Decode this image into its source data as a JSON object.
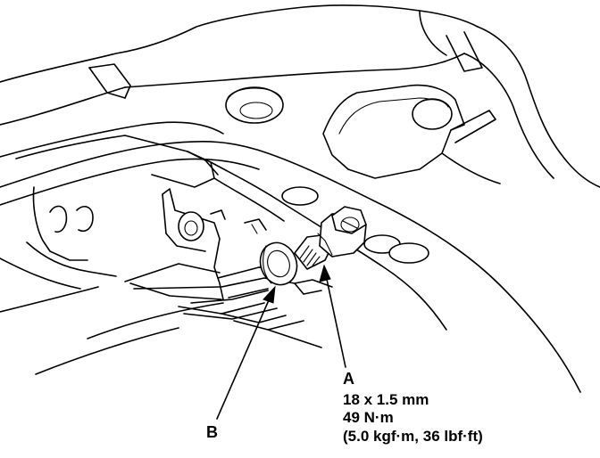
{
  "labels": {
    "a_letter": "A",
    "b_letter": "B",
    "bolt_size": "18 x 1.5 mm",
    "torque_nm": "49 N·m",
    "torque_alt": "(5.0 kgf·m, 36 lbf·ft)"
  },
  "parts": {
    "a": "flange bolt",
    "b": "sealing washer"
  }
}
